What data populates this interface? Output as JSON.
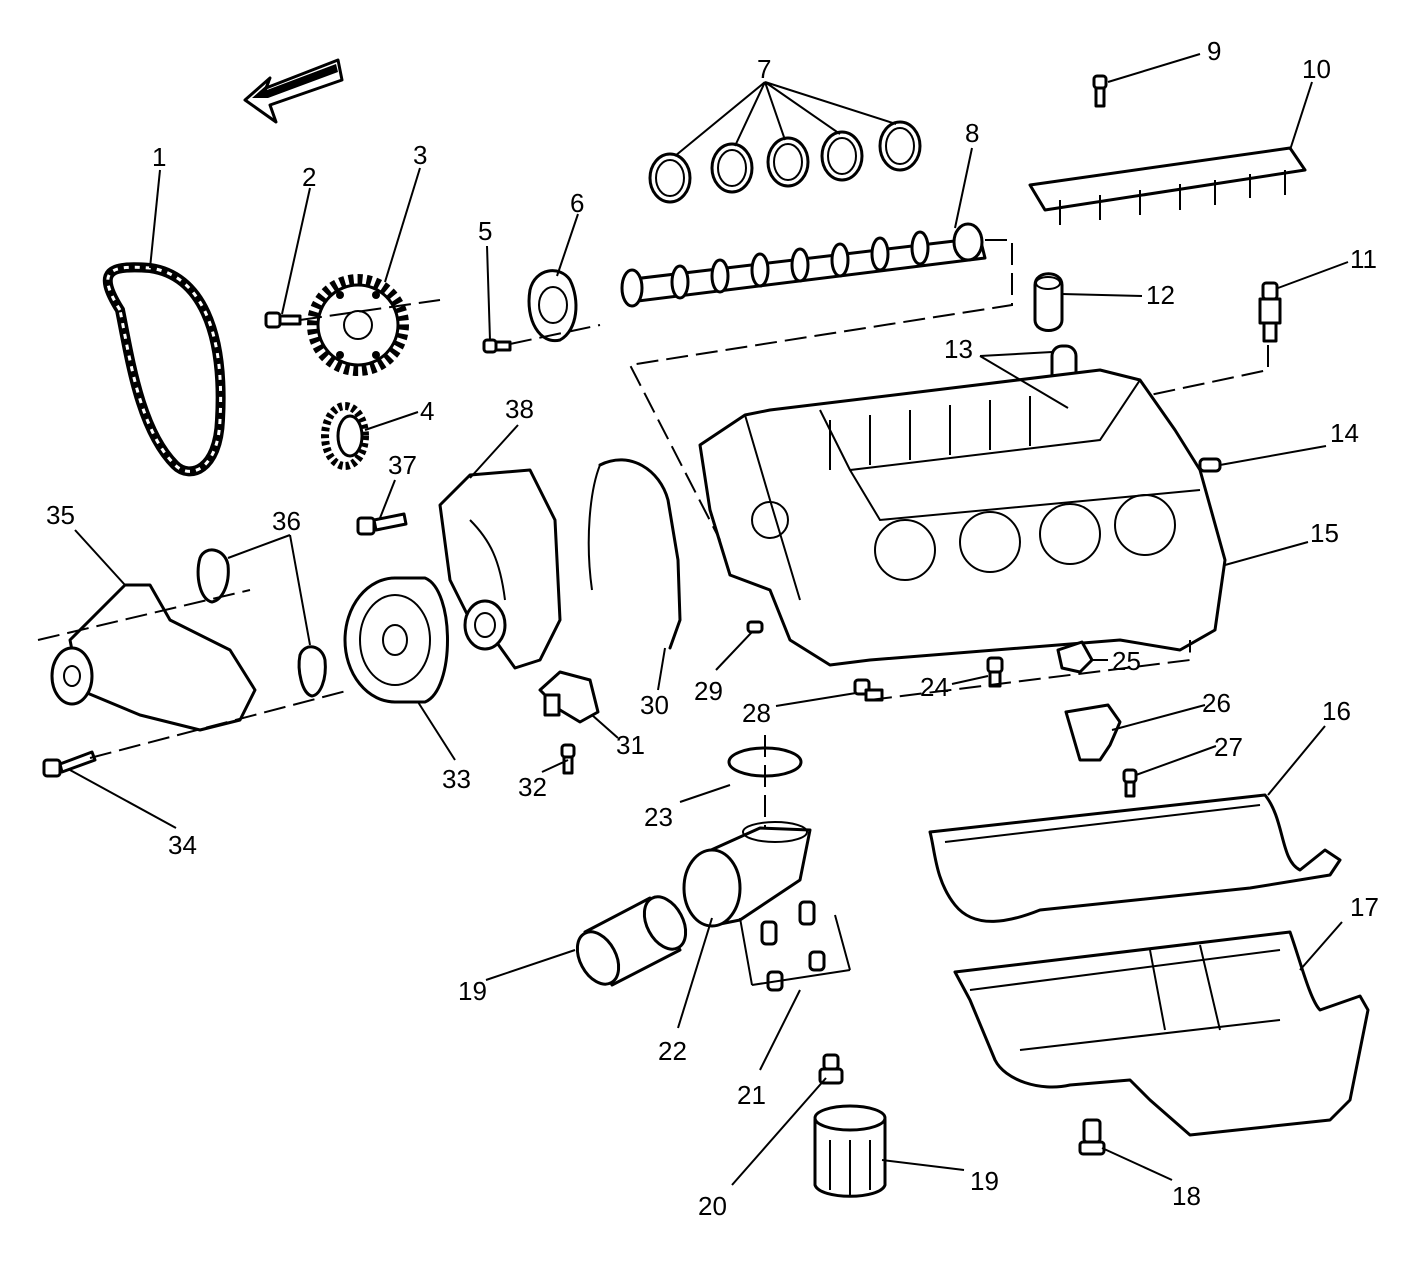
{
  "callouts": {
    "c1": "1",
    "c2": "2",
    "c3": "3",
    "c4": "4",
    "c5": "5",
    "c6": "6",
    "c7": "7",
    "c8": "8",
    "c9": "9",
    "c10": "10",
    "c11": "11",
    "c12": "12",
    "c13": "13",
    "c14": "14",
    "c15": "15",
    "c16": "16",
    "c17": "17",
    "c18": "18",
    "c19a": "19",
    "c19b": "19",
    "c20": "20",
    "c21": "21",
    "c22": "22",
    "c23": "23",
    "c24": "24",
    "c25": "25",
    "c26": "26",
    "c27": "27",
    "c28": "28",
    "c29": "29",
    "c30": "30",
    "c31": "31",
    "c32": "32",
    "c33": "33",
    "c34": "34",
    "c35": "35",
    "c36": "36",
    "c37": "37",
    "c38": "38"
  },
  "icons": {
    "orientation": "front-arrow-icon"
  },
  "colors": {
    "line": "#000000",
    "background": "#ffffff"
  }
}
